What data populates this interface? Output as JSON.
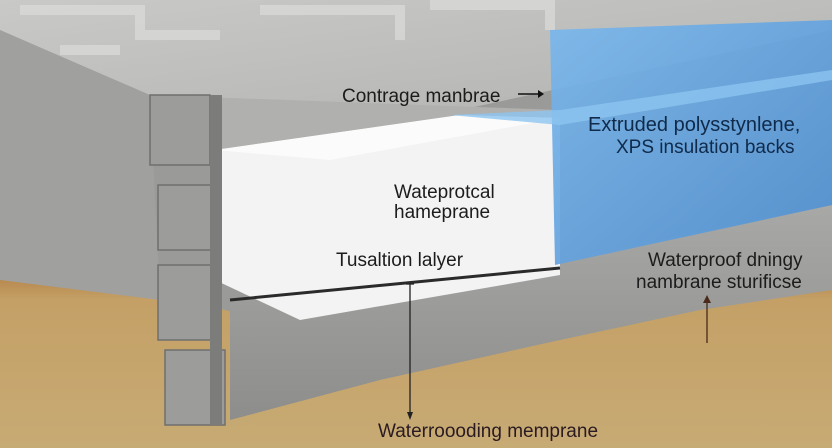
{
  "labels": {
    "contrage": "Contrage manbrae",
    "extruded_line1": "Extruded polysstynlene,",
    "extruded_line2": "XPS insulation backs",
    "wateprotcal_line1": "Wateprotcal",
    "wateprotcal_line2": "hameprane",
    "tusaltion": "Tusaltion lalyer",
    "waterproof_line1": "Waterproof dningy",
    "waterproof_line2": "nambrane sturificse",
    "bottom": "Waterroooding memprane"
  },
  "colors": {
    "concrete": "#a3a3a1",
    "insulation_white": "#f4f4f4",
    "xps_blue": "#5b9bd8",
    "soil": "#b8965c"
  }
}
